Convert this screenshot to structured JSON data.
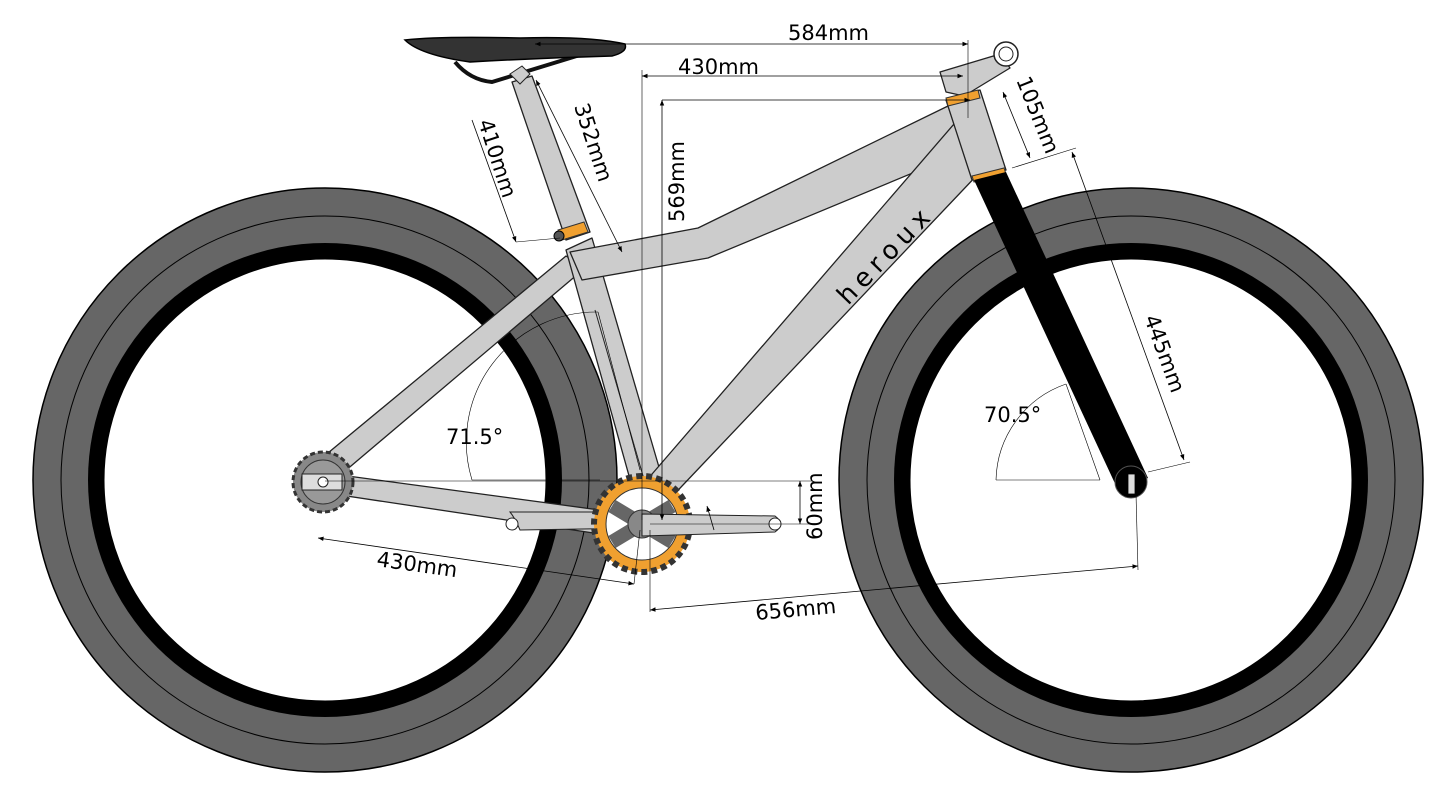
{
  "brand": "heroux",
  "dimensions": {
    "top_reach": "584mm",
    "top_tube_430": "430mm",
    "stack": "569mm",
    "head_tube": "105mm",
    "seatpost": "410mm",
    "seat_tube": "352mm",
    "fork": "445mm",
    "bb_drop": "60mm",
    "chainstay": "430mm",
    "front_center": "656mm"
  },
  "angles": {
    "seat": "71.5°",
    "head": "70.5°"
  },
  "colors": {
    "tire": "#666666",
    "rim": "#000000",
    "frame": "#cccccc",
    "fork": "#000000",
    "accent": "#f0a030"
  }
}
